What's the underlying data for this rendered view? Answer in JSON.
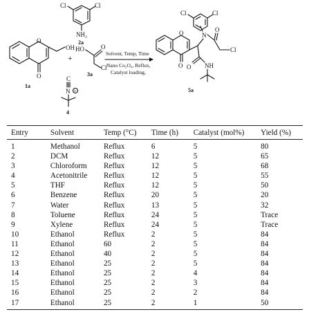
{
  "scheme": {
    "reagent_1a_label": "1a",
    "reagent_1a_oh": "OH",
    "reagent_1a_o_ring": "O",
    "reagent_1a_o_keto": "O",
    "reagent_2a_label": "2a",
    "reagent_2a_cl_left": "Cl",
    "reagent_2a_cl_right": "Cl",
    "reagent_2a_nh2": "NH₂",
    "reagent_3a_label": "3a",
    "reagent_3a_ho": "HO",
    "reagent_3a_o": "O",
    "reagent_3a_cl": "Cl",
    "reagent_4_label": "4",
    "reagent_4_c": "C",
    "reagent_4_n": "N",
    "reagent_4_plus": "+",
    "plus_sign": "+",
    "condition_line1": "Solvent, Temp, Time",
    "condition_line2": "Nano Co₃O₄, Reflux,",
    "condition_line3": "Catalyst loading,",
    "product_label": "5a",
    "product_cl_left": "Cl",
    "product_cl_right": "Cl",
    "product_n": "N",
    "product_o_amide": "O",
    "product_o_ring": "O",
    "product_o_keto": "O",
    "product_nh": "NH",
    "product_o_amide2": "O",
    "product_cl_chain": "Cl"
  },
  "table": {
    "headers": [
      "Entry",
      "Solvent",
      "Temp (°C)",
      "Time (h)",
      "Catalyst (mol%)",
      "Yield (%)"
    ],
    "rows": [
      [
        "1",
        "Methanol",
        "Reflux",
        "6",
        "5",
        "80"
      ],
      [
        "2",
        "DCM",
        "Reflux",
        "12",
        "5",
        "65"
      ],
      [
        "3",
        "Chloroform",
        "Reflux",
        "12",
        "5",
        "68"
      ],
      [
        "4",
        "Acetonitrile",
        "Reflux",
        "12",
        "5",
        "55"
      ],
      [
        "5",
        "THF",
        "Reflux",
        "12",
        "5",
        "50"
      ],
      [
        "6",
        "Benzene",
        "Reflux",
        "20",
        "5",
        "20"
      ],
      [
        "7",
        "Water",
        "Reflux",
        "13",
        "5",
        "32"
      ],
      [
        "8",
        "Toluene",
        "Reflux",
        "24",
        "5",
        "Trace"
      ],
      [
        "9",
        "Xylene",
        "Reflux",
        "24",
        "5",
        "Trace"
      ],
      [
        "10",
        "Ethanol",
        "Reflux",
        "2",
        "5",
        "84"
      ],
      [
        "11",
        "Ethanol",
        "60",
        "2",
        "5",
        "84"
      ],
      [
        "12",
        "Ethanol",
        "40",
        "2",
        "5",
        "84"
      ],
      [
        "13",
        "Ethanol",
        "25",
        "2",
        "5",
        "84"
      ],
      [
        "14",
        "Ethanol",
        "25",
        "2",
        "4",
        "84"
      ],
      [
        "15",
        "Ethanol",
        "25",
        "2",
        "3",
        "84"
      ],
      [
        "16",
        "Ethanol",
        "25",
        "2",
        "2",
        "84"
      ],
      [
        "17",
        "Ethanol",
        "25",
        "2",
        "1",
        "50"
      ]
    ]
  }
}
